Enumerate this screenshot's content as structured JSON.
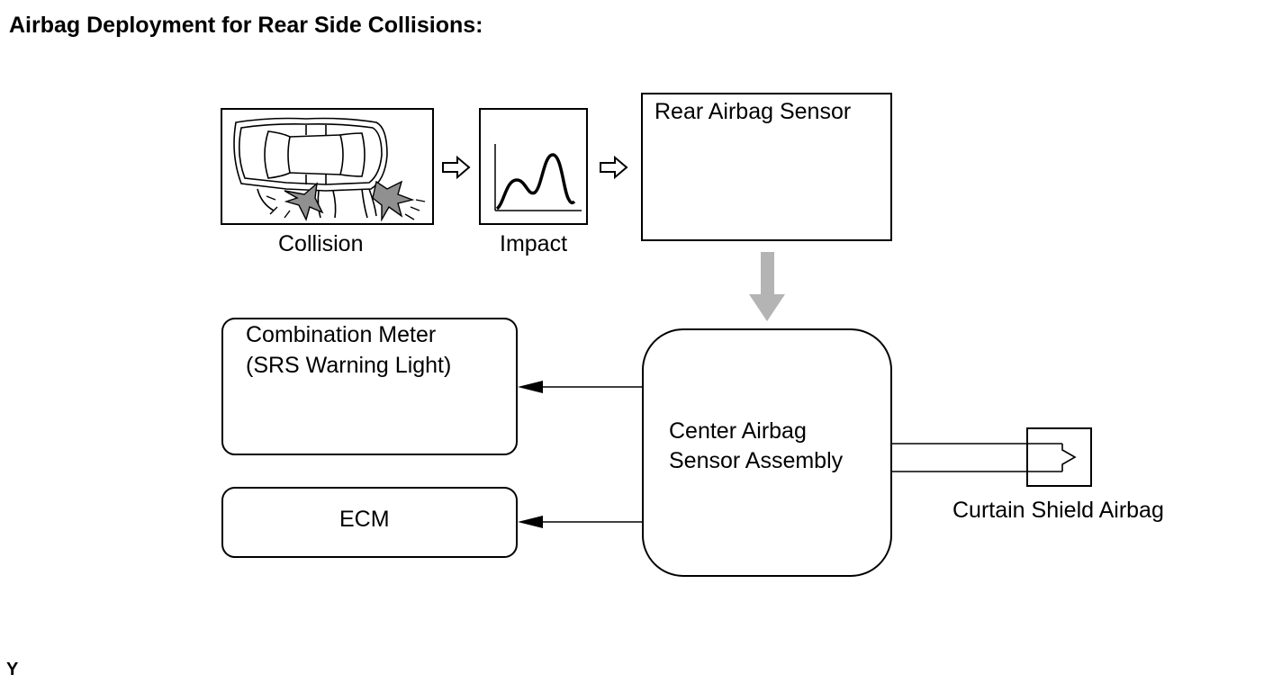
{
  "title": "Airbag Deployment for Rear Side Collisions:",
  "nodes": {
    "collision": {
      "label": "Collision",
      "icon": "car-collision-icon"
    },
    "impact": {
      "label": "Impact",
      "icon": "impact-waveform-icon"
    },
    "rear_sensor": {
      "label": "Rear Airbag Sensor"
    },
    "combination_meter": {
      "line1": "Combination Meter",
      "line2": "(SRS Warning Light)"
    },
    "ecm": {
      "label": "ECM"
    },
    "center_sensor": {
      "line1": "Center Airbag",
      "line2": "Sensor Assembly"
    },
    "curtain_airbag": {
      "label": "Curtain Shield Airbag"
    }
  },
  "colors": {
    "line": "#000000",
    "signal_arrow": "#b4b4b4",
    "impact_highlight": "#909090"
  },
  "footer_mark": "Y"
}
